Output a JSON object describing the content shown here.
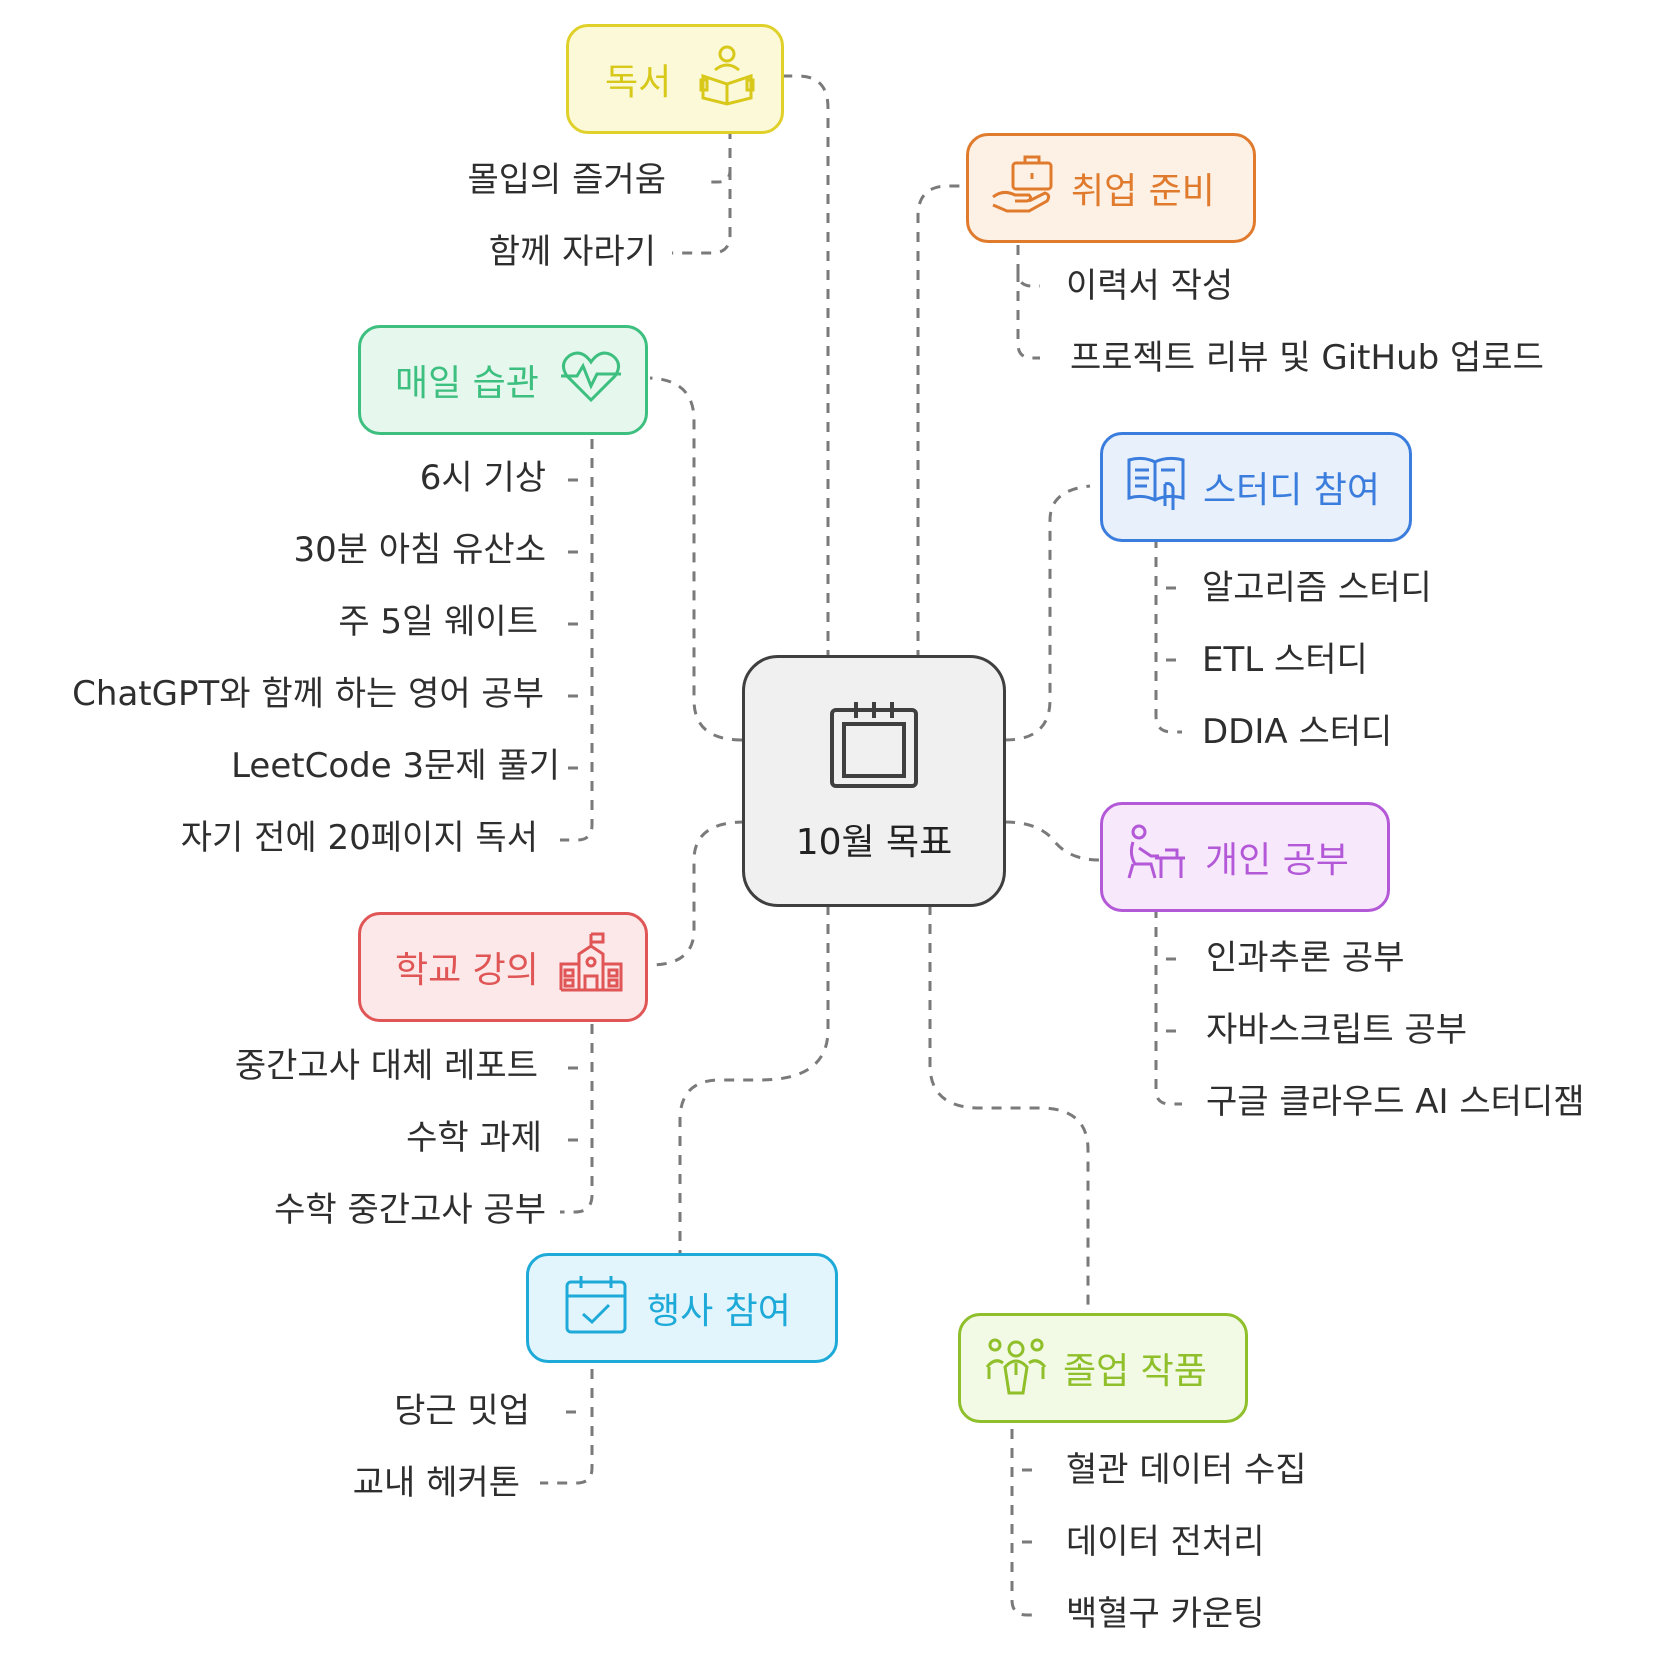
{
  "center": {
    "label": "10월 목표",
    "icon": "calendar-icon"
  },
  "colors": {
    "reading": "#d8c81a",
    "job": "#e07b2e",
    "habit": "#3dbf7f",
    "study": "#3b7ddd",
    "personal": "#b359d8",
    "school": "#e05555",
    "event": "#1eaad8",
    "grad": "#8fbf2a",
    "line": "#7a7a7a"
  },
  "branches": {
    "reading": {
      "label": "독서",
      "icon": "reading-person-icon",
      "items": [
        "몰입의 즐거움",
        "함께 자라기"
      ]
    },
    "job": {
      "label": "취업 준비",
      "icon": "briefcase-hand-icon",
      "items": [
        "이력서 작성",
        "프로젝트 리뷰 및 GitHub 업로드"
      ]
    },
    "habit": {
      "label": "매일 습관",
      "icon": "heartbeat-icon",
      "items": [
        "6시 기상",
        "30분 아침 유산소",
        "주 5일 웨이트",
        "ChatGPT와 함께 하는 영어 공부",
        "LeetCode 3문제 풀기",
        "자기 전에 20페이지 독서"
      ]
    },
    "study": {
      "label": "스터디 참여",
      "icon": "book-hand-icon",
      "items": [
        "알고리즘 스터디",
        "ETL 스터디",
        "DDIA 스터디"
      ]
    },
    "personal": {
      "label": "개인 공부",
      "icon": "person-desk-icon",
      "items": [
        "인과추론 공부",
        "자바스크립트 공부",
        "구글 클라우드 AI 스터디잼"
      ]
    },
    "school": {
      "label": "학교 강의",
      "icon": "school-building-icon",
      "items": [
        "중간고사 대체 레포트",
        "수학 과제",
        "수학 중간고사 공부"
      ]
    },
    "event": {
      "label": "행사 참여",
      "icon": "calendar-check-icon",
      "items": [
        "당근 밋업",
        "교내 헤커톤"
      ]
    },
    "grad": {
      "label": "졸업 작품",
      "icon": "team-icon",
      "items": [
        "혈관 데이터 수집",
        "데이터 전처리",
        "백혈구 카운팅"
      ]
    }
  }
}
